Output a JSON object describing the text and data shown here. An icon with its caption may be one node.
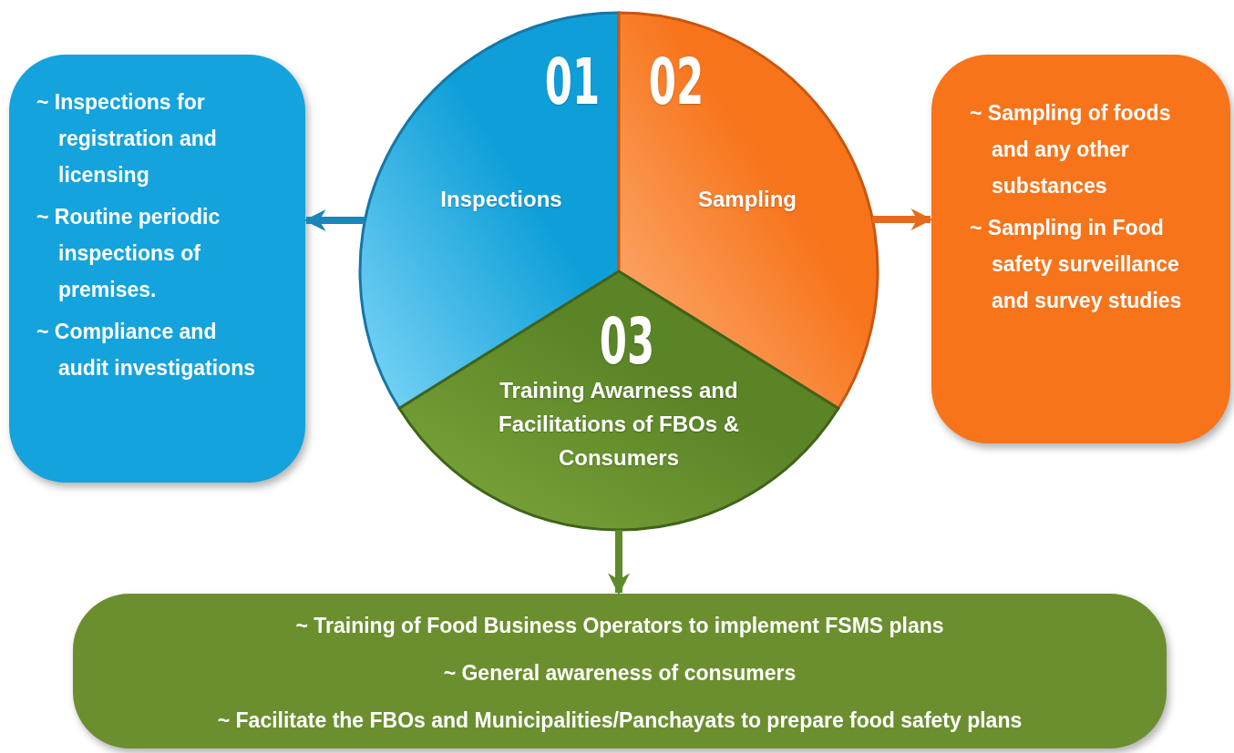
{
  "diagram": {
    "nodes": [
      {
        "text": [
          "01",
          "Inspections"
        ]
      },
      {
        "text": [
          "02",
          "Sampling"
        ]
      },
      {
        "text": [
          "03",
          "Training Awarness and Facilitations of FBOs & Consumers"
        ]
      },
      {
        "text": [
          "~ Inspections for registration and licensing",
          "~ Routine periodic inspections of premises.",
          "~ Compliance and audit investigations"
        ]
      },
      {
        "text": [
          "~ Sampling of foods and any other substances",
          "~ Sampling in Food safety surveillance and survey studies"
        ]
      },
      {
        "text": [
          "~ Training of Food Business Operators to implement FSMS plans",
          "~ General awareness of consumers",
          "~ Facilitate the FBOs and Municipalities/Panchayats to prepare food safety plans"
        ]
      }
    ],
    "edges": [
      {
        "from": 0,
        "to": 3,
        "arrow": "to",
        "color": "#1b86b8"
      },
      {
        "from": 1,
        "to": 4,
        "arrow": "to",
        "color": "#e8691a"
      },
      {
        "from": 2,
        "to": 5,
        "arrow": "to",
        "color": "#5f8a2a"
      }
    ]
  }
}
